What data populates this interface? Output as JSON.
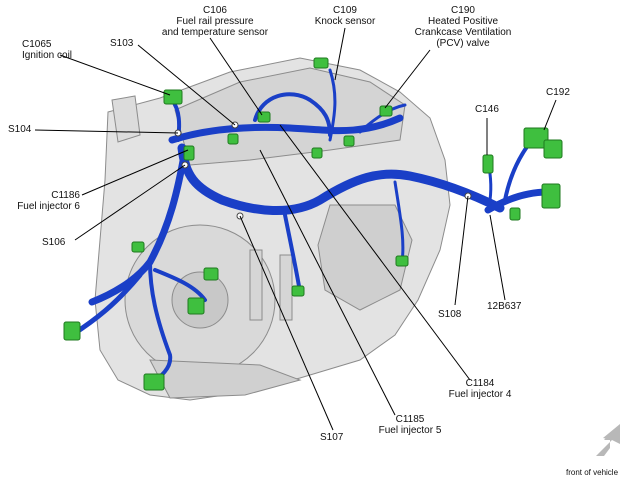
{
  "colors": {
    "harness": "#1a3fc7",
    "harness_dark": "#0d2a8c",
    "connector": "#3fbf3f",
    "connector_dark": "#1f7a1f",
    "engine_fill": "#e3e3e3",
    "engine_stroke": "#8c8c8c",
    "leader": "#000000",
    "arrow": "#b8b8b8"
  },
  "labels": {
    "c1065": [
      "C1065",
      "Ignition coil"
    ],
    "s103": [
      "S103"
    ],
    "c106": [
      "C106",
      "Fuel rail pressure",
      "and temperature sensor"
    ],
    "c109": [
      "C109",
      "Knock sensor"
    ],
    "c190": [
      "C190",
      "Heated Positive",
      "Crankcase Ventilation",
      "(PCV) valve"
    ],
    "c146": [
      "C146"
    ],
    "c192": [
      "C192"
    ],
    "s104": [
      "S104"
    ],
    "c1186": [
      "C1186",
      "Fuel injector 6"
    ],
    "s106": [
      "S106"
    ],
    "s108": [
      "S108"
    ],
    "b637": [
      "12B637"
    ],
    "c1184": [
      "C1184",
      "Fuel injector 4"
    ],
    "c1185": [
      "C1185",
      "Fuel injector 5"
    ],
    "s107": [
      "S107"
    ]
  },
  "orientation": {
    "text": "front of vehicle",
    "icon": "arrow-up-right-icon"
  }
}
